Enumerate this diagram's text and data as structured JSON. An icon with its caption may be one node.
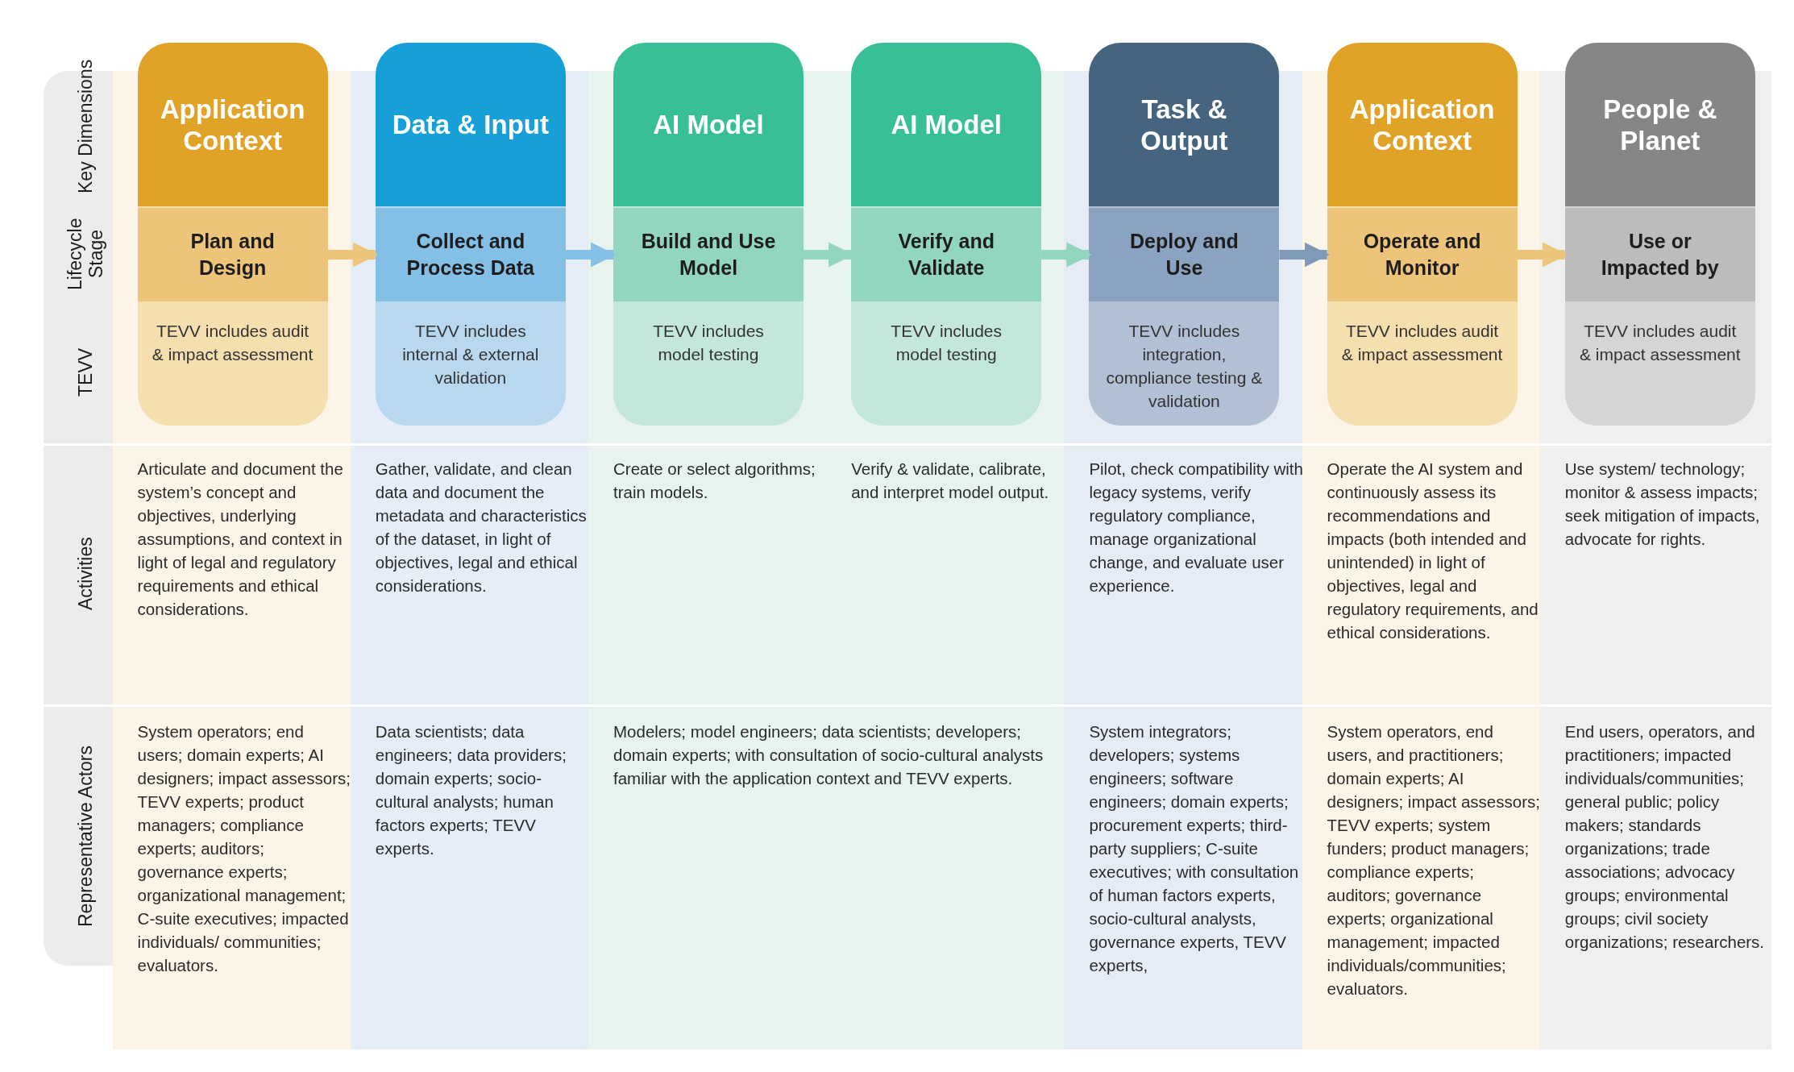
{
  "diagram": {
    "nodes": [
      {
        "text": [
          "Application Context",
          "Plan and Design",
          "TEVV includes audit & impact assessment"
        ]
      },
      {
        "text": [
          "Data & Input",
          "Collect and Process Data",
          "TEVV includes internal & external validation"
        ]
      },
      {
        "text": [
          "AI Model",
          "Build and Use Model",
          "TEVV includes model testing"
        ]
      },
      {
        "text": [
          "AI Model",
          "Verify and Validate",
          "TEVV includes model testing"
        ]
      },
      {
        "text": [
          "Task & Output",
          "Deploy and Use",
          "TEVV includes integration, compliance testing & validation"
        ]
      },
      {
        "text": [
          "Application Context",
          "Operate and Monitor",
          "TEVV includes audit & impact assessment"
        ]
      },
      {
        "text": [
          "People & Planet",
          "Use or Impacted by",
          "TEVV includes audit & impact assessment"
        ]
      }
    ],
    "edges": [
      {
        "from": 0,
        "to": 1,
        "arrow": "to",
        "color": "#ecc47a"
      },
      {
        "from": 1,
        "to": 2,
        "arrow": "to",
        "color": "#84c0e6"
      },
      {
        "from": 2,
        "to": 3,
        "arrow": "to",
        "color": "#93d6c0"
      },
      {
        "from": 3,
        "to": 4,
        "arrow": "to",
        "color": "#93d6c0"
      },
      {
        "from": 4,
        "to": 5,
        "arrow": "to",
        "color": "#7f9ab9"
      },
      {
        "from": 5,
        "to": 6,
        "arrow": "to",
        "color": "#ecc47a"
      }
    ],
    "labels": [
      "Key Dimensions",
      "Lifecycle Stage",
      "TEVV",
      "Activities",
      "Articulate and document the system’s concept and objectives, underlying assumptions, and context in light of legal and regulatory requirements and ethical considerations.",
      "Gather, validate, and clean data and document the metadata and characteristics of the dataset, in light of objectives, legal and ethical considerations.",
      "Create or select algorithms; train models.",
      "Verify & validate, calibrate, and interpret model output.",
      "Pilot, check compatibility with legacy systems, verify regulatory compliance, manage organizational change, and evaluate user experience.",
      "Operate the AI system and continuously assess its recommendations and impacts (both intended and unintended) in light of objectives, legal and regulatory requirements, and ethical considerations.",
      "Use system/ technology; monitor & assess impacts; seek mitigation of impacts, advocate for rights.",
      "Representative Actors",
      "System operators; end users; domain experts; AI designers; impact assessors; TEVV experts; product managers; compliance experts; auditors; governance experts; organizational management; C-suite executives; impacted individuals/ communities; evaluators.",
      "Data scientists; data engineers; data providers; domain experts; socio-cultural analysts; human factors experts; TEVV experts.",
      "Modelers; model engineers; data scientists; developers; domain experts; with consultation of socio-cultural analysts familiar with the application context and TEVV experts.",
      "System integrators; developers; systems engineers; software engineers; domain experts; procurement experts; third-party suppliers; C-suite executives; with consultation of human factors experts, socio-cultural analysts, governance experts, TEVV experts,",
      "System operators, end users, and practitioners; domain experts; AI designers; impact assessors; TEVV experts; system funders; product managers; compliance experts; auditors; governance experts; organizational management; impacted individuals/communities; evaluators.",
      "End users, operators, and practitioners; impacted individuals/communities; general public; policy makers; standards organizations; trade associations; advocacy groups; environmental groups; civil society organizations; researchers."
    ]
  }
}
